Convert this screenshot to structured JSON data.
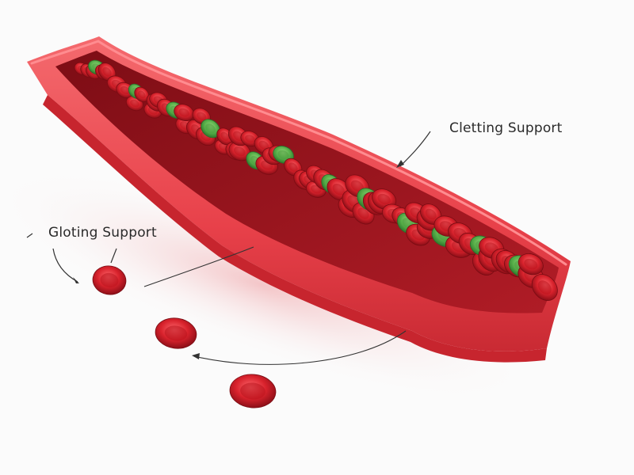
{
  "annotations": {
    "top_label": "Cletting Support",
    "left_label": "Gloting Support"
  },
  "colors": {
    "background": "#fbfbfb",
    "vessel_wall": "#e8414a",
    "vessel_inner": "#b01c26",
    "red_cell": "#d8222c",
    "green_cell": "#58b04a",
    "annotation_line": "#333333"
  },
  "cells": {
    "red_count_inside": 62,
    "green_count_inside": 12,
    "red_count_outside": 3
  }
}
